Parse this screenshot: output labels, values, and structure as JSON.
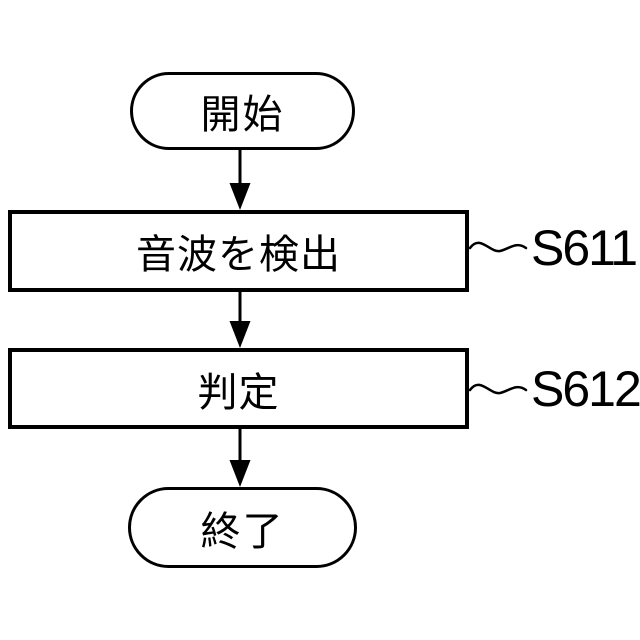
{
  "diagram": {
    "type": "flowchart",
    "background_color": "#ffffff",
    "line_color": "#000000",
    "nodes": [
      {
        "id": "start",
        "kind": "terminal",
        "label": "開始"
      },
      {
        "id": "step1",
        "kind": "process",
        "label": "音波を検出",
        "step": "S611"
      },
      {
        "id": "step2",
        "kind": "process",
        "label": "判定",
        "step": "S612"
      },
      {
        "id": "end",
        "kind": "terminal",
        "label": "終了"
      }
    ],
    "edges": [
      {
        "from": "start",
        "to": "step1"
      },
      {
        "from": "step1",
        "to": "step2"
      },
      {
        "from": "step2",
        "to": "end"
      }
    ]
  }
}
